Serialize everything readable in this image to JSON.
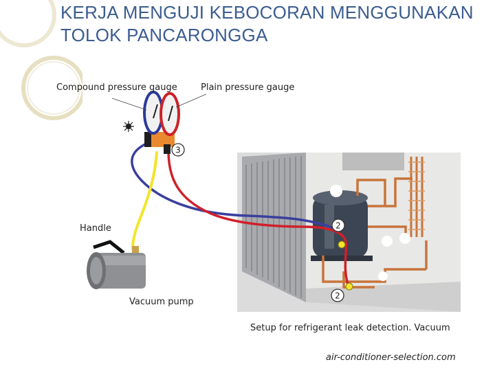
{
  "slide": {
    "title": "KERJA MENGUJI KEBOCORAN MENGGUNAKAN TOLOK PANCARONGGA"
  },
  "diagram": {
    "labels": {
      "compound_gauge": "Compound pressure gauge",
      "plain_gauge": "Plain pressure gauge",
      "handle": "Handle",
      "vacuum_pump": "Vacuum pump"
    },
    "markers": {
      "manifold_valve": "3",
      "service_valve_upper": "2",
      "service_valve_lower": "2"
    },
    "caption": "Setup for refrigerant leak detection. Vacuum",
    "source": "air-conditioner-selection.com"
  },
  "colors": {
    "title": "#3b5c8f",
    "blue_hose": "#3a3f9e",
    "red_hose": "#d0202a",
    "yellow_hose": "#f2e52a",
    "copper_pipe": "#c8743a",
    "deco_ring": "#e9e3c8"
  }
}
